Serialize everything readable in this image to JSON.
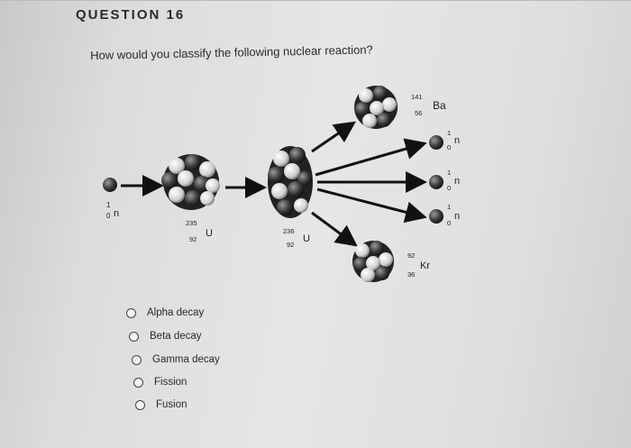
{
  "question": {
    "heading": "QUESTION 16",
    "text": "How would you classify the following nuclear reaction?"
  },
  "diagram": {
    "neutron_in": {
      "mass": "1",
      "atomic": "0",
      "symbol": "n"
    },
    "u235": {
      "mass": "235",
      "atomic": "92",
      "symbol": "U"
    },
    "u236": {
      "mass": "236",
      "atomic": "92",
      "symbol": "U"
    },
    "ba": {
      "mass": "141",
      "atomic": "56",
      "symbol": "Ba"
    },
    "kr": {
      "mass": "92",
      "atomic": "36",
      "symbol": "Kr"
    },
    "neutrons_out": [
      {
        "mass": "1",
        "atomic": "0",
        "symbol": "n"
      },
      {
        "mass": "1",
        "atomic": "0",
        "symbol": "n"
      },
      {
        "mass": "1",
        "atomic": "0",
        "symbol": "n"
      }
    ]
  },
  "options": [
    {
      "label": "Alpha decay"
    },
    {
      "label": "Beta decay"
    },
    {
      "label": "Gamma decay"
    },
    {
      "label": "Fission"
    },
    {
      "label": "Fusion"
    }
  ]
}
